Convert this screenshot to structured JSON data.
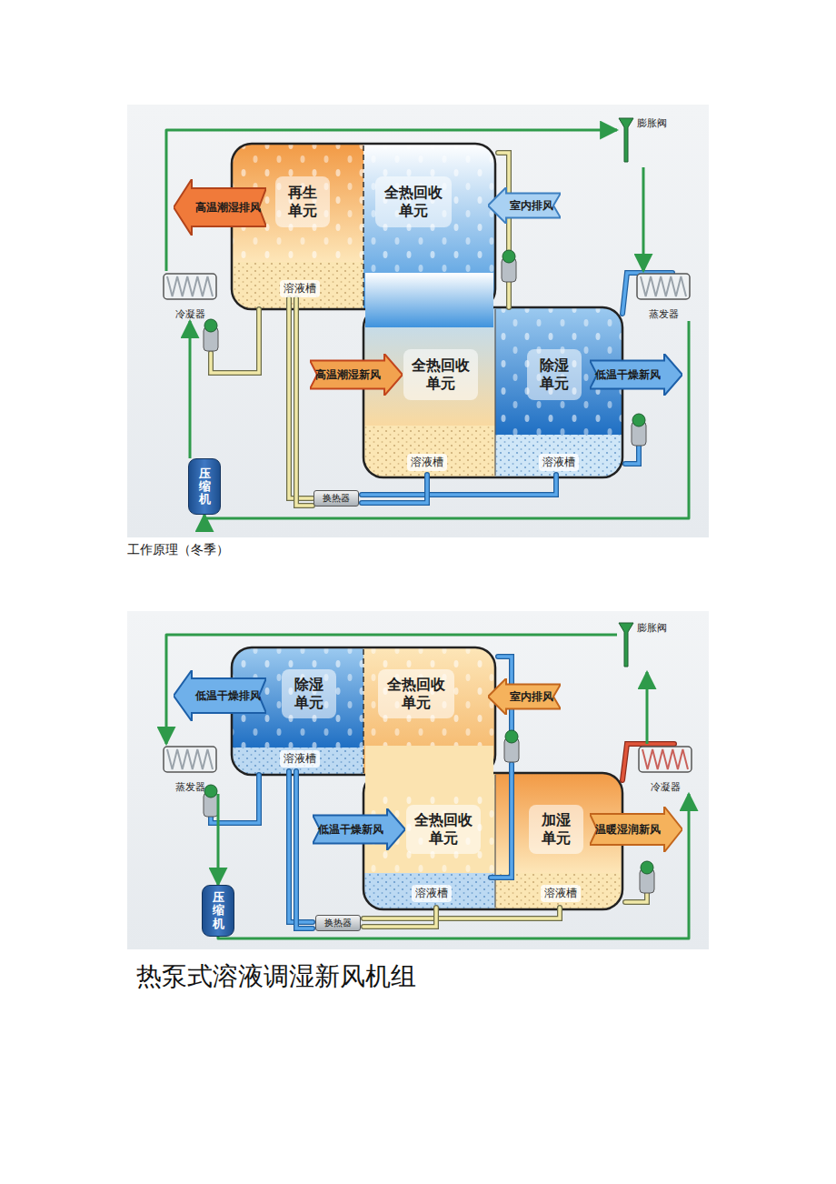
{
  "diagram": {
    "title": "热泵式溶液调湿新风机组",
    "caption": "工作原理（冬季）",
    "nodes": [
      {
        "text": [
          "膨胀阀"
        ]
      },
      {
        "text": [
          "高温潮湿排风"
        ]
      },
      {
        "text": [
          "再生单元"
        ]
      },
      {
        "text": [
          "全热回收单元"
        ]
      },
      {
        "text": [
          "室内排风"
        ]
      },
      {
        "text": [
          "冷凝器"
        ]
      },
      {
        "text": [
          "溶液槽"
        ]
      },
      {
        "text": [
          "蒸发器"
        ]
      },
      {
        "text": [
          "高温潮湿新风"
        ]
      },
      {
        "text": [
          "全热回收单元"
        ]
      },
      {
        "text": [
          "除湿单元"
        ]
      },
      {
        "text": [
          "低温干燥新风"
        ]
      },
      {
        "text": [
          "压缩机"
        ]
      },
      {
        "text": [
          "溶液槽"
        ]
      },
      {
        "text": [
          "溶液槽"
        ]
      },
      {
        "text": [
          "换热器"
        ]
      },
      {
        "text": [
          "膨胀阀"
        ]
      },
      {
        "text": [
          "低温干燥排风"
        ]
      },
      {
        "text": [
          "除湿单元"
        ]
      },
      {
        "text": [
          "全热回收单元"
        ]
      },
      {
        "text": [
          "室内排风"
        ]
      },
      {
        "text": [
          "蒸发器"
        ]
      },
      {
        "text": [
          "溶液槽"
        ]
      },
      {
        "text": [
          "冷凝器"
        ]
      },
      {
        "text": [
          "低温干燥新风"
        ]
      },
      {
        "text": [
          "全热回收单元"
        ]
      },
      {
        "text": [
          "加湿单元"
        ]
      },
      {
        "text": [
          "温暖湿润新风"
        ]
      },
      {
        "text": [
          "溶液槽"
        ]
      },
      {
        "text": [
          "溶液槽"
        ]
      },
      {
        "text": [
          "压缩机"
        ]
      },
      {
        "text": [
          "换热器"
        ]
      }
    ],
    "edges": [
      {
        "from": 12,
        "to": 5,
        "arrow": "to"
      },
      {
        "from": 5,
        "to": 0,
        "arrow": "to"
      },
      {
        "from": 0,
        "to": 7,
        "arrow": "to"
      },
      {
        "from": 7,
        "to": 12,
        "arrow": "to"
      },
      {
        "from": 30,
        "to": 23,
        "arrow": "to"
      },
      {
        "from": 23,
        "to": 16,
        "arrow": "to"
      },
      {
        "from": 16,
        "to": 21,
        "arrow": "to"
      },
      {
        "from": 21,
        "to": 30,
        "arrow": "to"
      }
    ]
  }
}
